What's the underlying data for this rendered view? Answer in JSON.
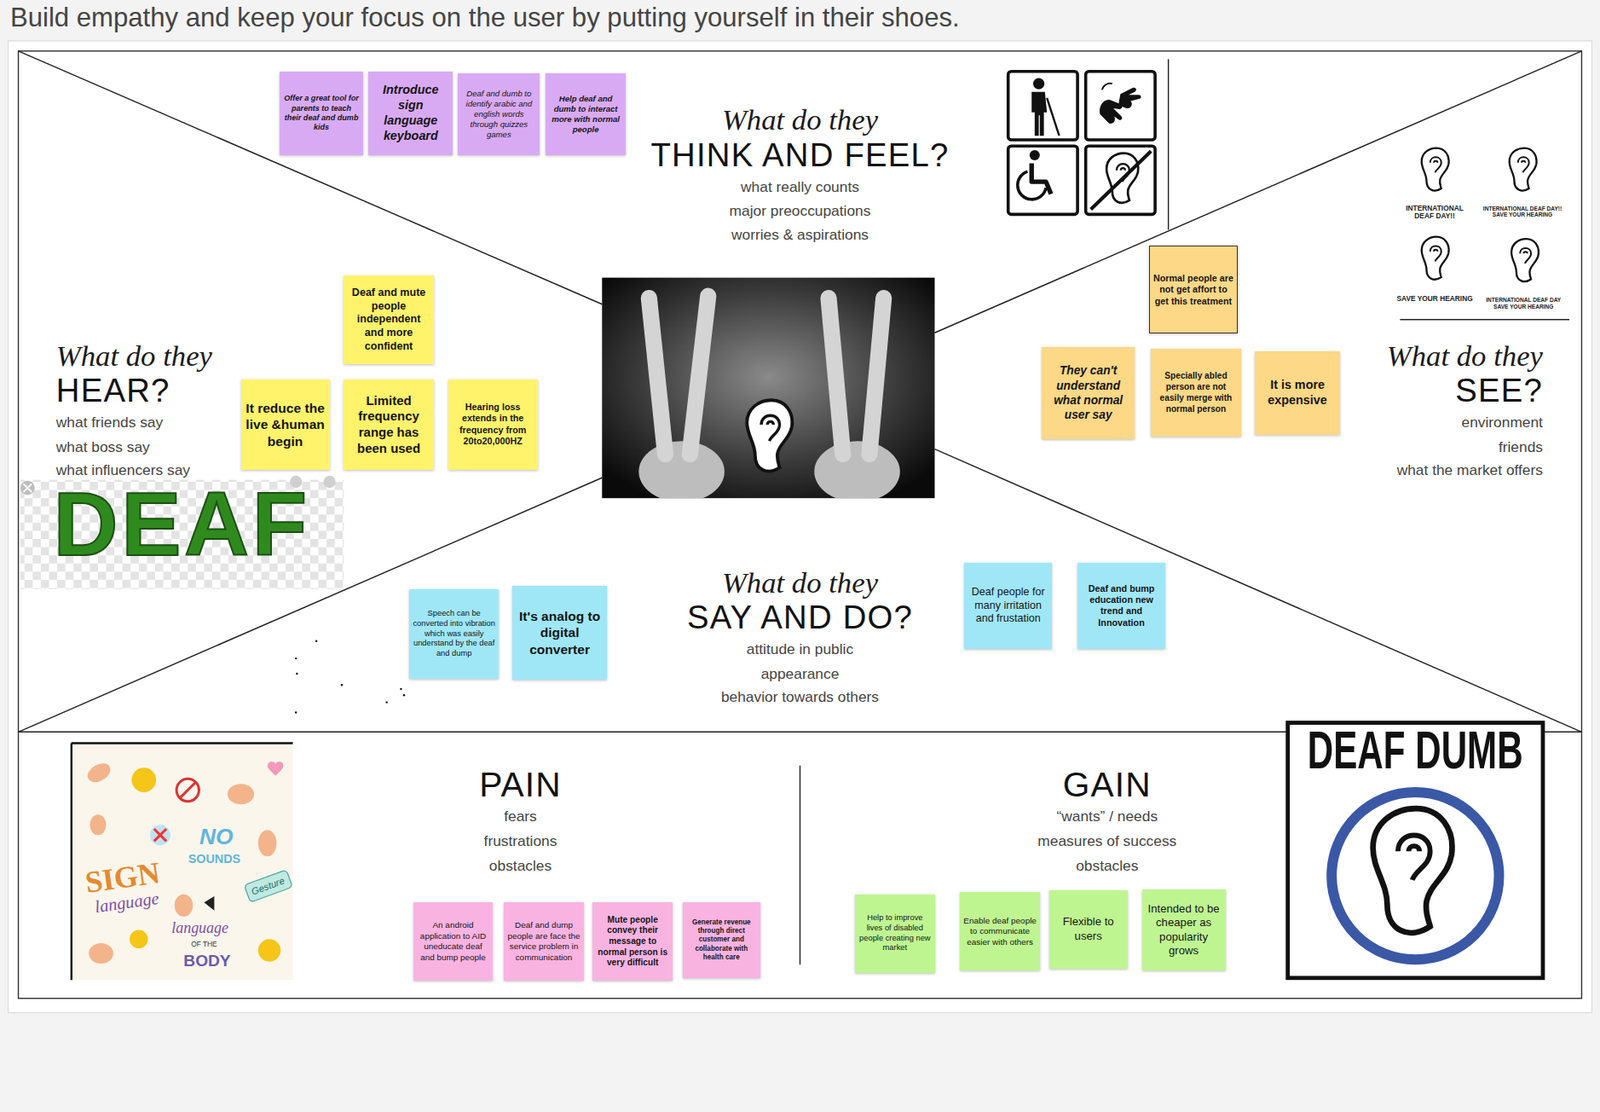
{
  "diagram": {
    "title": "Build empathy and keep your focus on the user by putting yourself in their shoes.",
    "nodes": [
      {
        "text": [
          "What do they",
          "THINK AND FEEL?",
          "what really counts",
          "major preoccupations",
          "worries & aspirations"
        ]
      },
      {
        "text": [
          "Offer a great tool for parents to teach their deaf and dumb kids"
        ],
        "in": 0
      },
      {
        "text": [
          "Introduce sign language keyboard"
        ],
        "in": 0
      },
      {
        "text": [
          "Deaf and dumb to identify arabic and english words through quizzes games"
        ],
        "in": 0
      },
      {
        "text": [
          "Help deaf and dumb to interact more with normal people"
        ],
        "in": 0
      },
      {
        "text": [
          "What do they",
          "HEAR?",
          "what friends say",
          "what boss say",
          "what influencers say"
        ]
      },
      {
        "text": [
          "Deaf and mute people independent and more confident"
        ],
        "in": 5
      },
      {
        "text": [
          "It reduce the live &human begin"
        ],
        "in": 5
      },
      {
        "text": [
          "Limited frequency range has been used"
        ],
        "in": 5
      },
      {
        "text": [
          "Hearing loss extends in the frequency from 20to20,000HZ"
        ],
        "in": 5
      },
      {
        "text": [
          "What do they",
          "SEE?",
          "environment",
          "friends",
          "what the market offers"
        ]
      },
      {
        "text": [
          "Normal people are not get affort to get this treatment"
        ],
        "in": 10
      },
      {
        "text": [
          "They can't understand what normal user say"
        ],
        "in": 10
      },
      {
        "text": [
          "Specially abled person are not easily merge with normal person"
        ],
        "in": 10
      },
      {
        "text": [
          "It is more expensive"
        ],
        "in": 10
      },
      {
        "text": [
          "What do they",
          "SAY AND DO?",
          "attitude in public",
          "appearance",
          "behavior towards others"
        ]
      },
      {
        "text": [
          "Speech can be converted into vibration which was easily understand by the deaf and dump"
        ],
        "in": 15
      },
      {
        "text": [
          "It's analog to digital converter"
        ],
        "in": 15
      },
      {
        "text": [
          "Deaf people for many irritation and frustation"
        ],
        "in": 15
      },
      {
        "text": [
          "Deaf and bump education new trend and Innovation"
        ],
        "in": 15
      },
      {
        "text": [
          "PAIN",
          "fears",
          "frustrations",
          "obstacles"
        ]
      },
      {
        "text": [
          "An android application to AID uneducate deaf and bump people"
        ],
        "in": 20
      },
      {
        "text": [
          "Deaf and dump people are face the service problem in communication"
        ],
        "in": 20
      },
      {
        "text": [
          "Mute people convey their message to normal person is very difficult"
        ],
        "in": 20
      },
      {
        "text": [
          "Generate revenue through direct customer and collaborate with health care"
        ],
        "in": 20
      },
      {
        "text": [
          "GAIN",
          "“wants” / needs",
          "measures of success",
          "obstacles"
        ]
      },
      {
        "text": [
          "Help to improve lives of disabled people creating new market"
        ],
        "in": 25
      },
      {
        "text": [
          "Enable deaf people to communicate easier with others"
        ],
        "in": 25
      },
      {
        "text": [
          "Flexible to users"
        ],
        "in": 25
      },
      {
        "text": [
          "Intended to be cheaper as popularity grows"
        ],
        "in": 25
      }
    ],
    "labels": [
      "INTERNATIONAL DEAF DAY!!",
      "INTERNATIONAL DEAF DAY!! SAVE YOUR HEARING",
      "SAVE YOUR HEARING",
      "INTERNATIONAL DEAF DAY SAVE YOUR HEARING",
      "DEAF",
      "DEAF DUMB",
      "SIGN",
      "language",
      "NO",
      "SOUNDS",
      "Gesture",
      "language",
      "OF THE",
      "BODY"
    ]
  }
}
